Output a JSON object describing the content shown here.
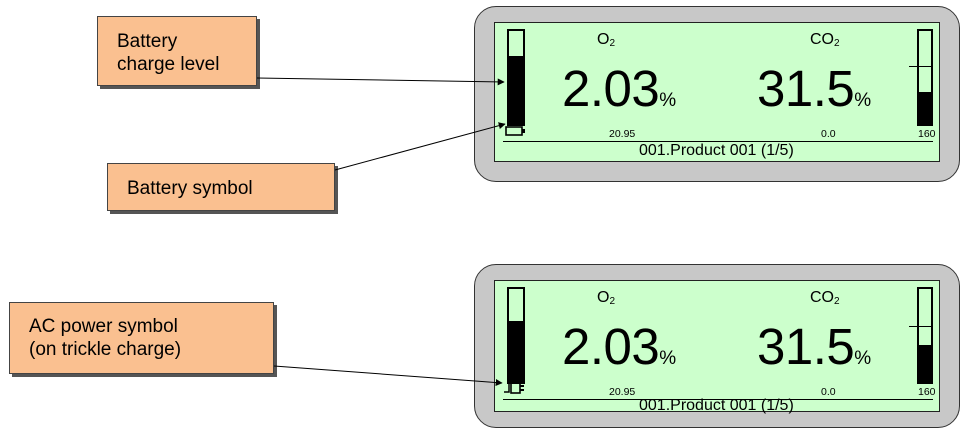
{
  "callouts": {
    "battery_charge_level": {
      "line1": "Battery",
      "line2": "charge level"
    },
    "battery_symbol": {
      "label": "Battery symbol"
    },
    "ac_power_symbol": {
      "line1": "AC power symbol",
      "line2": "(on trickle charge)"
    }
  },
  "displays": [
    {
      "o2_label": "O",
      "o2_sub": "2",
      "o2_value": "2.03",
      "o2_unit": "%",
      "co2_label": "CO",
      "co2_sub": "2",
      "co2_value": "31.5",
      "co2_unit": "%",
      "o2_setpoint": "20.95",
      "co2_setpoint": "0.0",
      "right_value": "160",
      "product": "001.Product 001  (1/5)",
      "power_icon": "battery-icon",
      "battery_level": 0.72,
      "right_gauge_level": 0.35
    },
    {
      "o2_label": "O",
      "o2_sub": "2",
      "o2_value": "2.03",
      "o2_unit": "%",
      "co2_label": "CO",
      "co2_sub": "2",
      "co2_value": "31.5",
      "co2_unit": "%",
      "o2_setpoint": "20.95",
      "co2_setpoint": "0.0",
      "right_value": "160",
      "product": "001.Product 001  (1/5)",
      "power_icon": "ac-plug-icon",
      "battery_level": 0.65,
      "right_gauge_level": 0.4
    }
  ],
  "colors": {
    "callout": "#fac090",
    "screen": "#ccffcc",
    "device": "#c8c8c8"
  }
}
